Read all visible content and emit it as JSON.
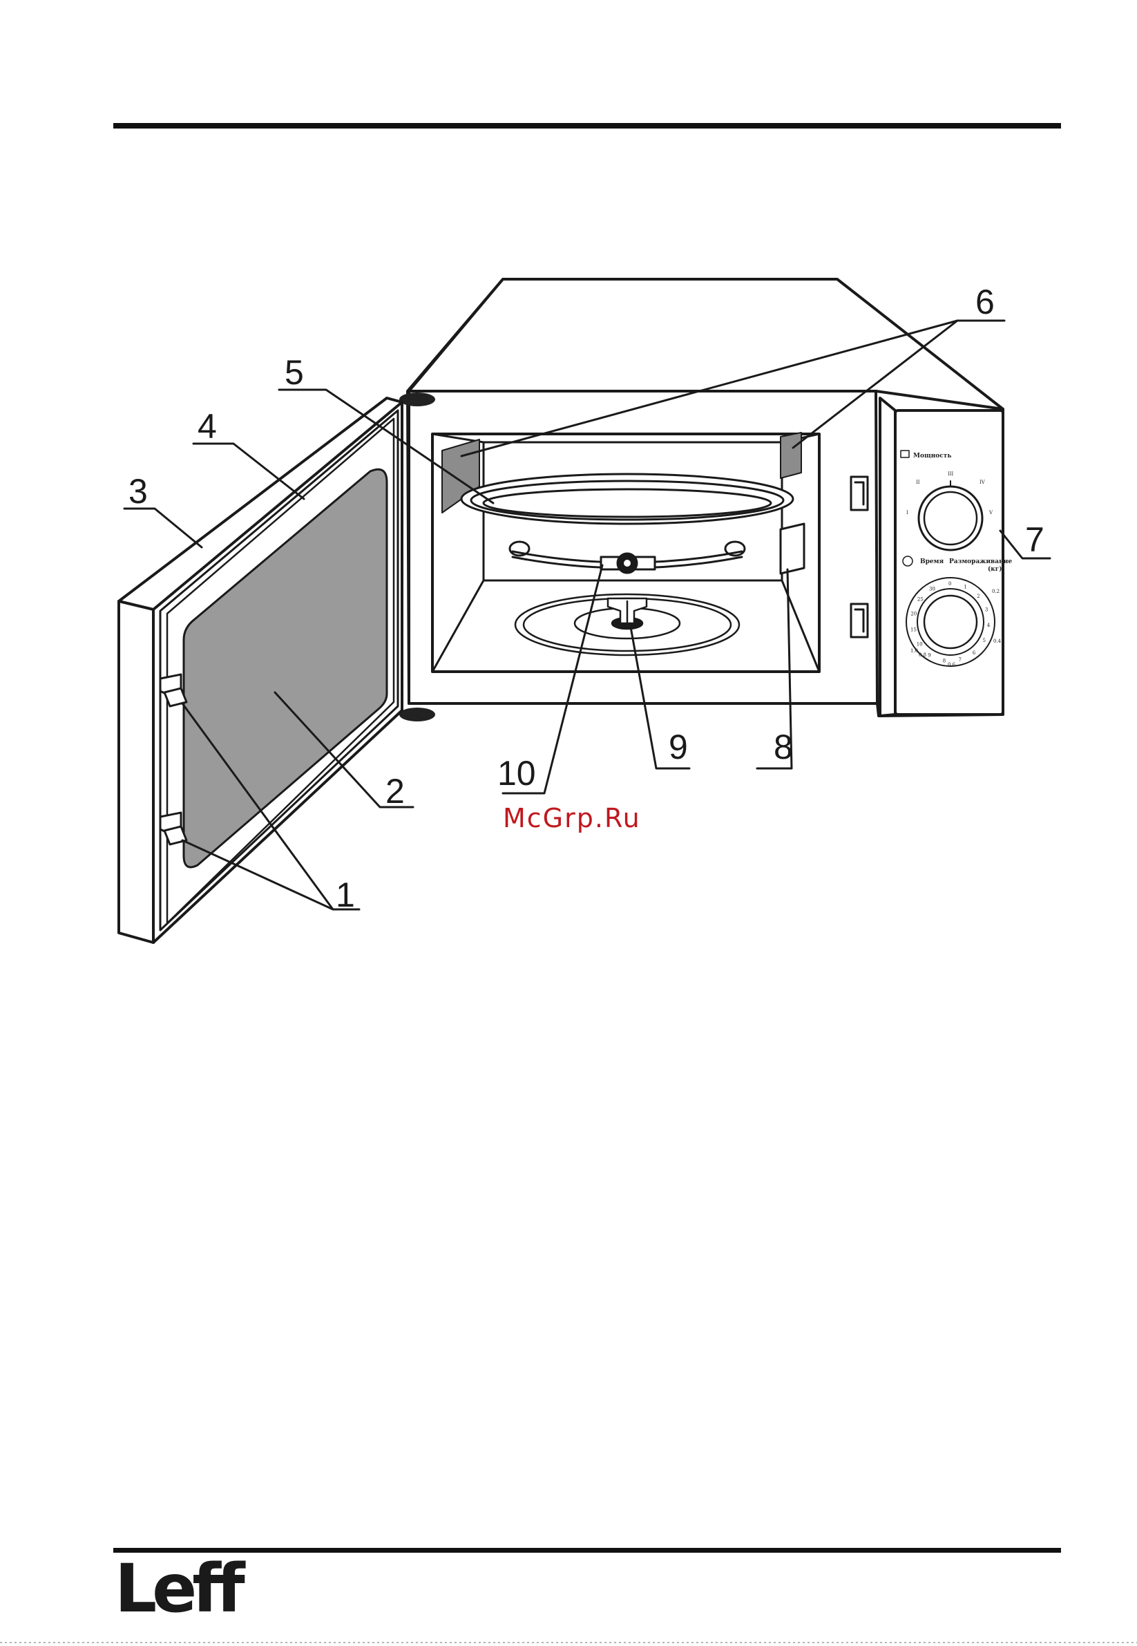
{
  "figure": {
    "callouts": [
      "1",
      "2",
      "3",
      "4",
      "5",
      "6",
      "7",
      "8",
      "9",
      "10"
    ],
    "control_panel": {
      "power_label": "Мощность",
      "time_label": "Время",
      "defrost_label": "Размораживание",
      "defrost_unit": "(кг)",
      "power_marks": [
        "I",
        "II",
        "III",
        "IV",
        "V"
      ],
      "timer_numbers": [
        "0",
        "1",
        "2",
        "3",
        "4",
        "5",
        "6",
        "7",
        "8",
        "9",
        "10",
        "15",
        "20",
        "25",
        "30"
      ],
      "defrost_weights": [
        "0.2",
        "0.4",
        "0.6",
        "0.8",
        "1.0"
      ]
    }
  },
  "watermark": {
    "text": "McGrp.Ru",
    "color": "#c0181e"
  },
  "footer": {
    "brand": "Leff"
  }
}
